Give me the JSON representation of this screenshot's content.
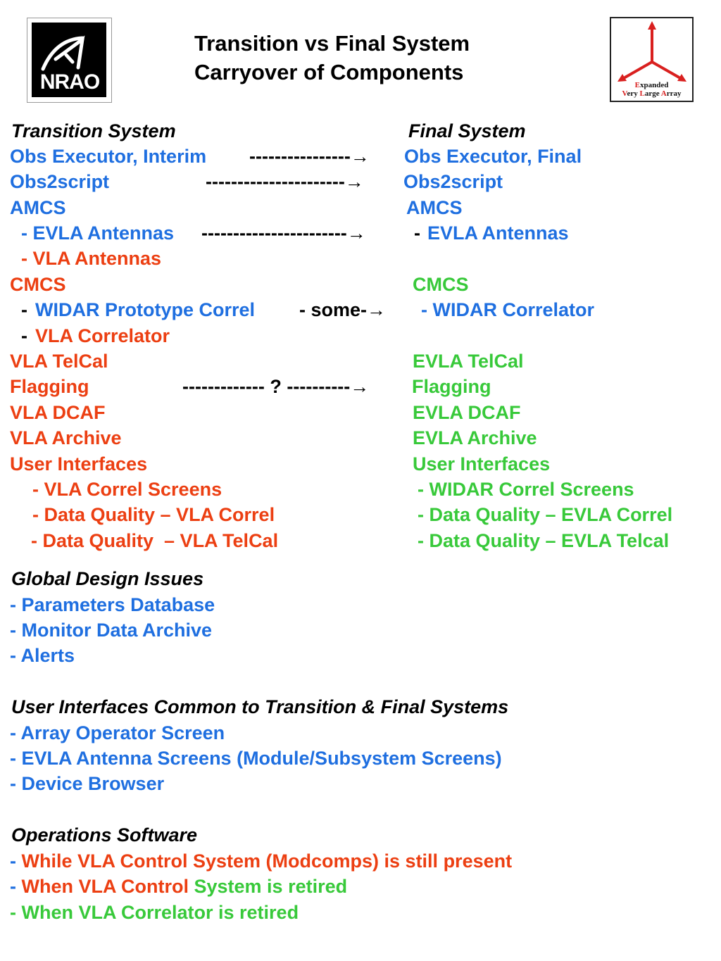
{
  "header": {
    "title_line1": "Transition vs Final System",
    "title_line2": "Carryover of Components",
    "nrao_logo_text": "NRAO",
    "evla_logo": {
      "line1_first": "E",
      "line1_rest": "xpanded",
      "line2_v": "V",
      "line2_ery": "ery ",
      "line2_l": "L",
      "line2_arge": "arge ",
      "line2_a": "A",
      "line2_rray": "rray"
    }
  },
  "columns": {
    "left_heading": "Transition System",
    "right_heading": "Final System"
  },
  "rows": {
    "obs_exec_left": "Obs Executor, Interim",
    "obs_exec_arrow": "----------------→",
    "obs_exec_right": "Obs Executor, Final",
    "obs2script_left": "Obs2script",
    "obs2script_arrow": "----------------------→",
    "obs2script_right": "Obs2script",
    "amcs_left": "AMCS",
    "amcs_right": "AMCS",
    "evla_ant_left": "- EVLA Antennas",
    "evla_ant_arrow": "-----------------------→",
    "evla_ant_right_dash": "-",
    "evla_ant_right": "EVLA Antennas",
    "vla_ant_left": "- VLA Antennas",
    "cmcs_left": "CMCS",
    "cmcs_right": "CMCS",
    "widar_dash": "-",
    "widar_left": "WIDAR Prototype Correl",
    "widar_arrow": "- some-→",
    "widar_right": "- WIDAR Correlator",
    "vla_corr_dash": "-",
    "vla_corr_left": "VLA Correlator",
    "telcal_left": "VLA TelCal",
    "telcal_right": "EVLA TelCal",
    "flagging_left": "Flagging",
    "flagging_arrow": "------------- ? ----------→",
    "flagging_right": "Flagging",
    "dcaf_left": "VLA DCAF",
    "dcaf_right": "EVLA DCAF",
    "archive_left": "VLA Archive",
    "archive_right": "EVLA Archive",
    "ui_left": "User Interfaces",
    "ui_right": "User Interfaces",
    "ui_sub1_left": "- VLA Correl Screens",
    "ui_sub1_right": "- WIDAR Correl Screens",
    "ui_sub2_left": "- Data Quality – VLA Correl",
    "ui_sub2_right": "- Data Quality – EVLA Correl",
    "ui_sub3_left": "- Data Quality  – VLA TelCal",
    "ui_sub3_right": "- Data Quality – EVLA Telcal"
  },
  "global_design": {
    "heading": "Global Design Issues",
    "items": [
      "- Parameters Database",
      "- Monitor Data Archive",
      "- Alerts"
    ]
  },
  "common_ui": {
    "heading": "User Interfaces Common to Transition & Final Systems",
    "items": [
      "- Array Operator Screen",
      "- EVLA Antenna Screens (Module/Subsystem Screens)",
      "- Device Browser"
    ]
  },
  "ops_software": {
    "heading": "Operations Software",
    "item1_dash": "-",
    "item1_text": "While VLA Control System (Modcomps) is still present",
    "item2_dash": "-",
    "item2_red": "When VLA Control",
    "item2_green": "System is retired",
    "item3": "- When VLA Correlator is retired"
  },
  "colors": {
    "blue": "#1f6fe0",
    "red": "#ec3f12",
    "green": "#38c93a",
    "black": "#000000"
  }
}
